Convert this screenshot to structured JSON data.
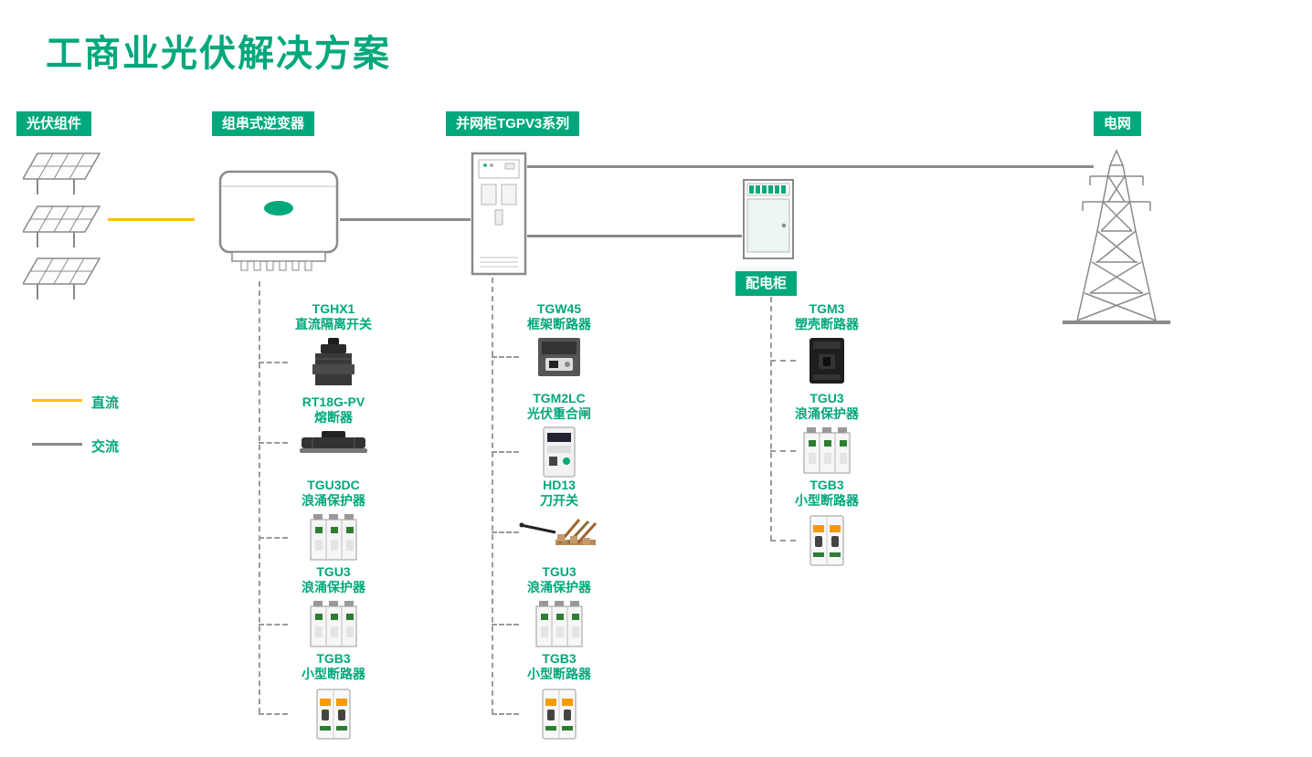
{
  "page": {
    "title": "工商业光伏解决方案"
  },
  "colors": {
    "accent_green": "#00A87B",
    "dc_yellow": "#FFC000",
    "ac_gray": "#8A8A8A"
  },
  "labels": {
    "pv_modules": "光伏组件",
    "string_inverter": "组串式逆变器",
    "grid_cabinet": "并网柜TGPV3系列",
    "grid": "电网",
    "distribution_cabinet": "配电柜"
  },
  "legend": {
    "dc": "直流",
    "ac": "交流"
  },
  "columns": [
    {
      "name": "inverter-components",
      "items": [
        {
          "model": "TGHX1",
          "desc": "直流隔离开关"
        },
        {
          "model": "RT18G-PV",
          "desc": "熔断器"
        },
        {
          "model": "TGU3DC",
          "desc": "浪涌保护器"
        },
        {
          "model": "TGU3",
          "desc": "浪涌保护器"
        },
        {
          "model": "TGB3",
          "desc": "小型断路器"
        }
      ]
    },
    {
      "name": "grid-cabinet-components",
      "items": [
        {
          "model": "TGW45",
          "desc": "框架断路器"
        },
        {
          "model": "TGM2LC",
          "desc": "光伏重合闸"
        },
        {
          "model": "HD13",
          "desc": "刀开关"
        },
        {
          "model": "TGU3",
          "desc": "浪涌保护器"
        },
        {
          "model": "TGB3",
          "desc": "小型断路器"
        }
      ]
    },
    {
      "name": "distribution-cabinet-components",
      "items": [
        {
          "model": "TGM3",
          "desc": "塑壳断路器"
        },
        {
          "model": "TGU3",
          "desc": "浪涌保护器"
        },
        {
          "model": "TGB3",
          "desc": "小型断路器"
        }
      ]
    }
  ]
}
